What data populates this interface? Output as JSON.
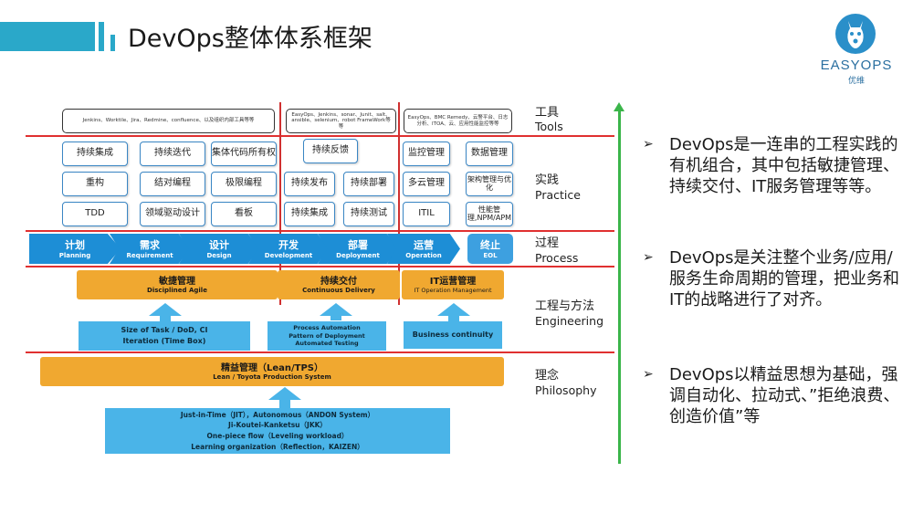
{
  "header": {
    "title": "DevOps整体体系框架",
    "logo": {
      "name": "EASYOPS",
      "sub": "优维",
      "icon": "giraffe-logo-icon"
    }
  },
  "tools": [
    "Jenkins、Worktile、Jira、Redmine、confluence、以及组织内部工具等等",
    "EasyOps、Jenkins、sonar、Junit、salt、ansible、selenium、robot FrameWork等等",
    "EasyOps、BMC Remedy、云警平台、日志分析、ITOA、云、应用性能监控等等"
  ],
  "practices": {
    "agile": [
      "持续集成",
      "持续迭代",
      "集体代码所有权",
      "重构",
      "结对编程",
      "极限编程",
      "TDD",
      "领域驱动设计",
      "看板"
    ],
    "delivery": [
      "持续反馈",
      "持续发布",
      "持续部署",
      "持续集成",
      "持续测试"
    ],
    "operations": [
      "监控管理",
      "数据管理",
      "多云管理",
      "架构管理与优化",
      "ITIL",
      "性能管理,NPM/APM"
    ]
  },
  "process": [
    {
      "zh": "计划",
      "en": "Planning"
    },
    {
      "zh": "需求",
      "en": "Requirement"
    },
    {
      "zh": "设计",
      "en": "Design"
    },
    {
      "zh": "开发",
      "en": "Development"
    },
    {
      "zh": "部署",
      "en": "Deployment"
    },
    {
      "zh": "运营",
      "en": "Operation"
    }
  ],
  "eol": {
    "zh": "终止",
    "en": "EOL"
  },
  "engineering": {
    "agile": {
      "title": "敏捷管理",
      "sub": "Disciplined Agile",
      "detail": [
        "Size of Task / DoD, CI",
        "Iteration (Time Box)"
      ]
    },
    "delivery": {
      "title": "持续交付",
      "sub": "Continuous Delivery",
      "detail": [
        "Process Automation",
        "Pattern of Deployment",
        "Automated Testing"
      ]
    },
    "operations": {
      "title": "IT运营管理",
      "sub": "IT Operation Management",
      "detail": [
        "Business continuity"
      ]
    }
  },
  "philosophy": {
    "title": "精益管理（Lean/TPS）",
    "sub": "Lean / Toyota Production System",
    "detail": [
      "Just-in-Time（JIT），Autonomous（ANDON System）",
      "Ji-Koutei-Kanketsu（JKK）",
      "One-piece flow（Leveling workload）",
      "Learning organization（Reflection，KAIZEN）"
    ]
  },
  "layers": [
    {
      "zh": "工具",
      "en": "Tools"
    },
    {
      "zh": "实践",
      "en": "Practice"
    },
    {
      "zh": "过程",
      "en": "Process"
    },
    {
      "zh": "工程与方法",
      "en": "Engineering"
    },
    {
      "zh": "理念",
      "en": "Philosophy"
    }
  ],
  "bullets": [
    "DevOps是一连串的工程实践的有机组合，其中包括敏捷管理、持续交付、IT服务管理等等。",
    "DevOps是关注整个业务/应用/服务生命周期的管理，把业务和IT的战略进行了对齐。",
    "DevOps以精益思想为基础，强调自动化、拉动式、”拒绝浪费、创造价值”等"
  ],
  "bullet_marker": "➢",
  "colors": {
    "accent": "#2aa8c9",
    "process_blue": "#1d8ed6",
    "orange": "#f0a830",
    "light_blue": "#4ab4e8",
    "red_line": "#e03030",
    "green_axis": "#3bb54a"
  }
}
